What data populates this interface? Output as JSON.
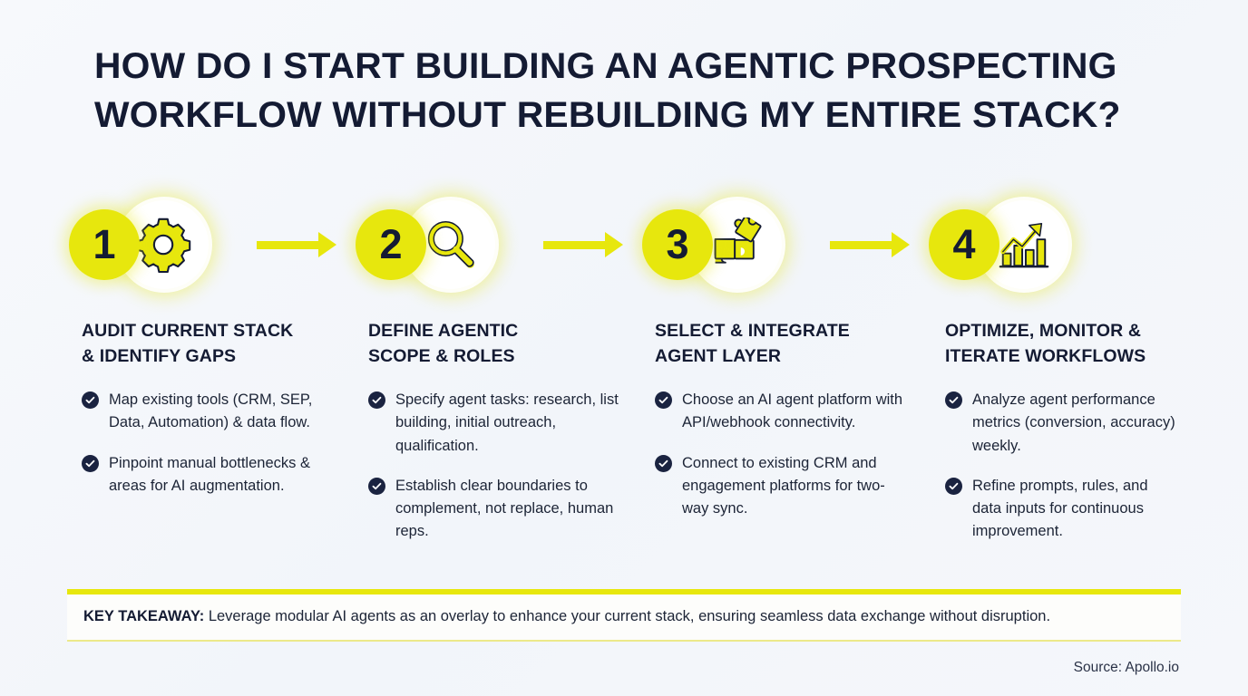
{
  "theme": {
    "background": "#f4f7fb",
    "accent_yellow": "#e7e70d",
    "navy": "#141b33",
    "body_text": "#1c2436",
    "card_white": "#fdfdfb"
  },
  "title": {
    "line1": "HOW DO I START BUILDING AN AGENTIC PROSPECTING",
    "line2": "WORKFLOW WITHOUT REBUILDING MY ENTIRE STACK?"
  },
  "steps": [
    {
      "number": "1",
      "icon": "gear-icon",
      "heading_line1": "AUDIT CURRENT STACK",
      "heading_line2": "& IDENTIFY GAPS",
      "bullets": [
        "Map existing tools (CRM, SEP, Data, Automation) & data flow.",
        "Pinpoint manual bottlenecks & areas for AI augmentation."
      ]
    },
    {
      "number": "2",
      "icon": "magnifier-icon",
      "heading_line1": "DEFINE AGENTIC",
      "heading_line2": "SCOPE & ROLES",
      "bullets": [
        "Specify agent tasks: research, list building, initial outreach, qualification.",
        "Establish clear boundaries to complement, not replace, human reps."
      ]
    },
    {
      "number": "3",
      "icon": "puzzle-icon",
      "heading_line1": "SELECT & INTEGRATE",
      "heading_line2": "AGENT LAYER",
      "bullets": [
        "Choose an AI agent platform with API/webhook connectivity.",
        "Connect to existing CRM and engagement platforms for two-way sync."
      ]
    },
    {
      "number": "4",
      "icon": "growth-chart-icon",
      "heading_line1": "OPTIMIZE, MONITOR &",
      "heading_line2": "ITERATE WORKFLOWS",
      "bullets": [
        "Analyze agent performance metrics (conversion, accuracy) weekly.",
        "Refine prompts, rules, and data inputs for continuous improvement."
      ]
    }
  ],
  "takeaway": {
    "label": "KEY TAKEAWAY:",
    "text": " Leverage modular AI agents as an overlay to enhance your current stack, ensuring seamless data exchange without disruption."
  },
  "source": "Source: Apollo.io"
}
